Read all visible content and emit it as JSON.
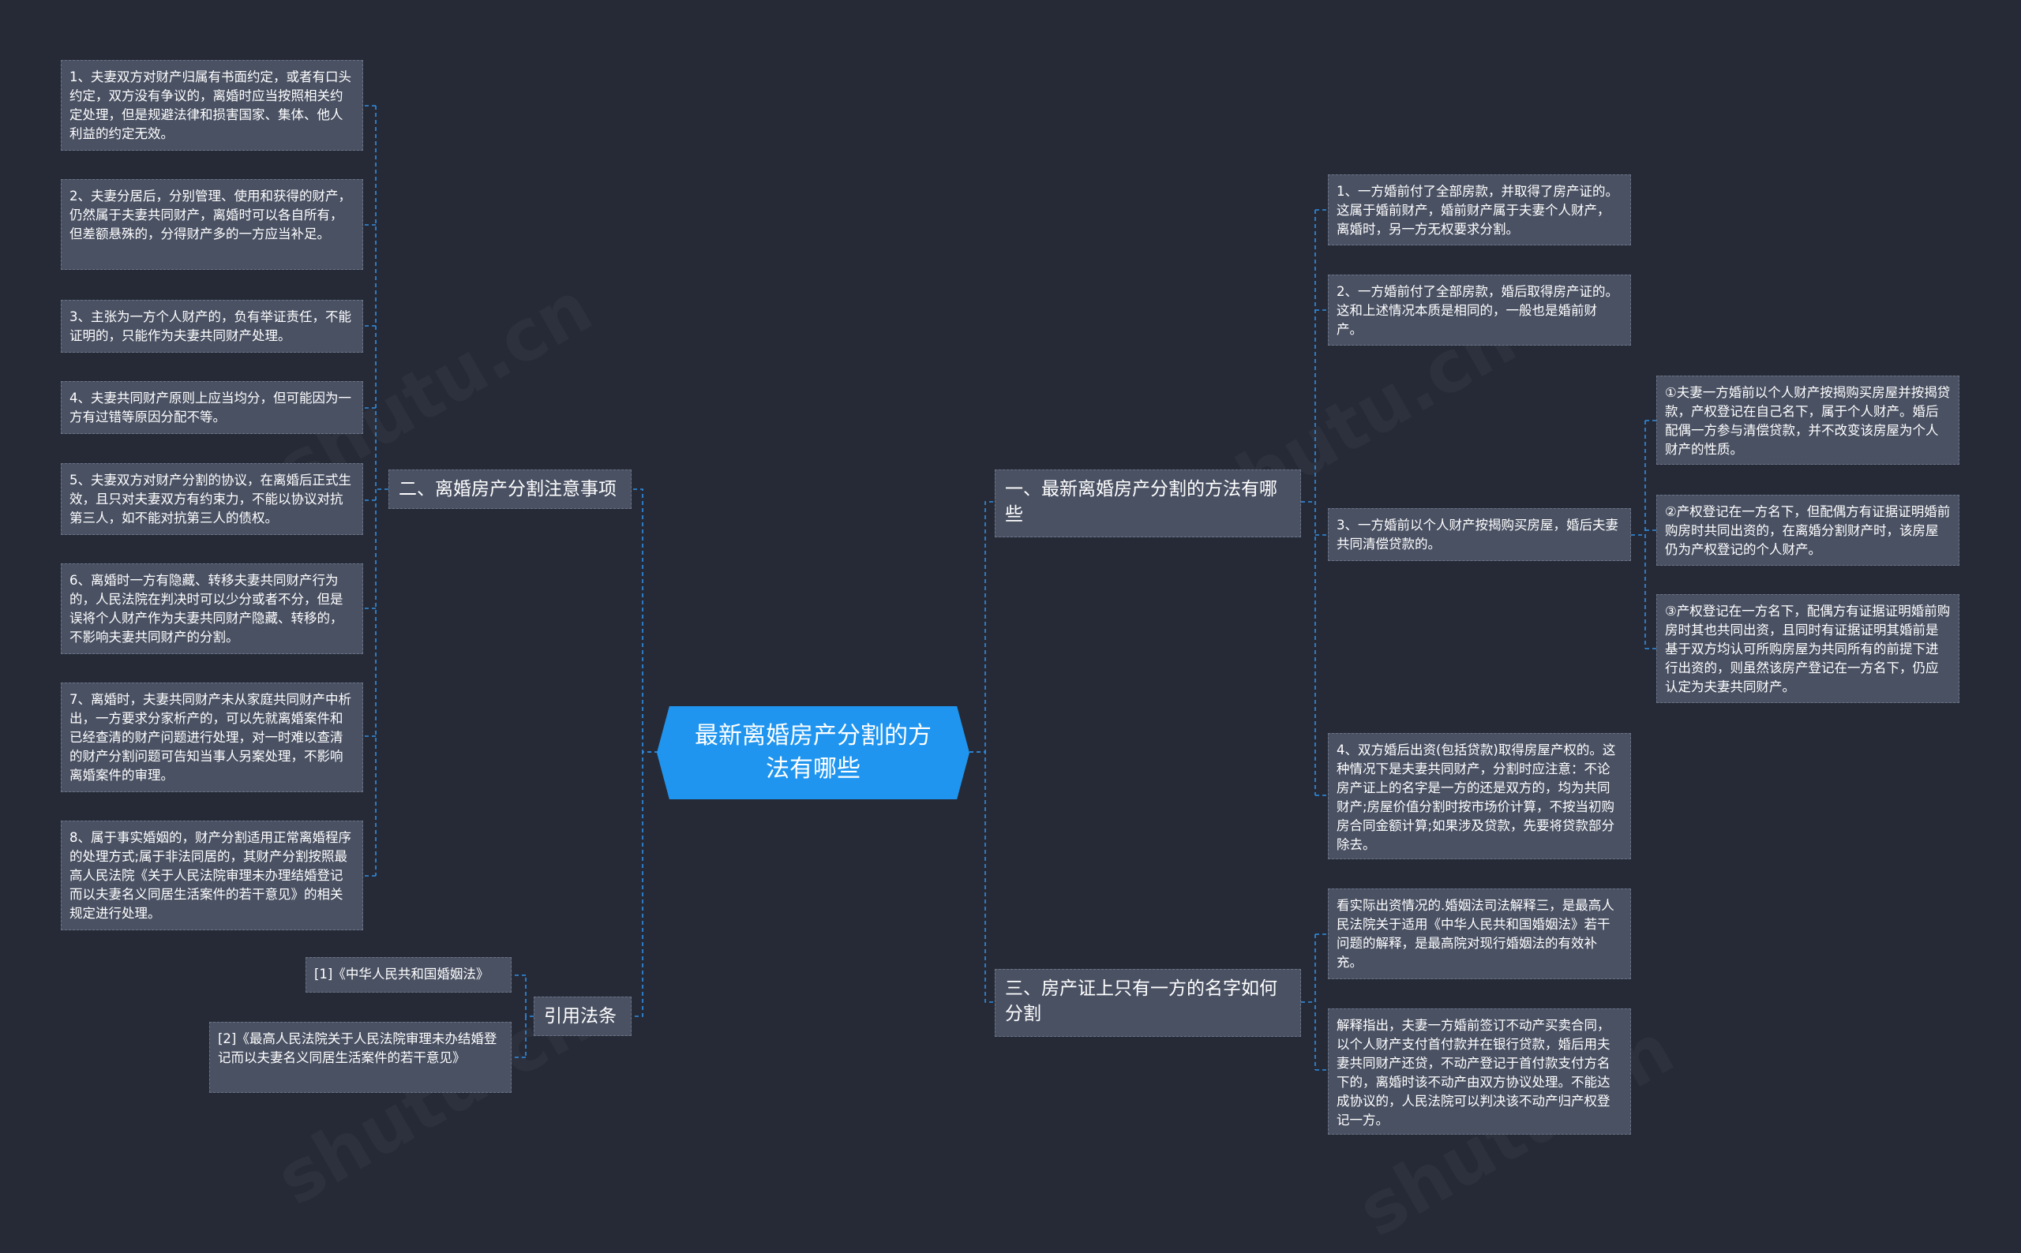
{
  "colors": {
    "background": "#262a36",
    "node": "#4a5163",
    "node_border": "#6b7487",
    "root": "#1f95ef",
    "link": "#2f8fe6"
  },
  "root": {
    "text": "最新离婚房产分割的方法有哪些"
  },
  "left": {
    "notes": {
      "label": "二、离婚房产分割注意事项",
      "items": [
        "1、夫妻双方对财产归属有书面约定，或者有口头约定，双方没有争议的，离婚时应当按照相关约定处理，但是规避法律和损害国家、集体、他人利益的约定无效。",
        "2、夫妻分居后，分别管理、使用和获得的财产，仍然属于夫妻共同财产，离婚时可以各自所有，但差额悬殊的，分得财产多的一方应当补足。",
        "3、主张为一方个人财产的，负有举证责任，不能证明的，只能作为夫妻共同财产处理。",
        "4、夫妻共同财产原则上应当均分，但可能因为一方有过错等原因分配不等。",
        "5、夫妻双方对财产分割的协议，在离婚后正式生效，且只对夫妻双方有约束力，不能以协议对抗第三人，如不能对抗第三人的债权。",
        "6、离婚时一方有隐藏、转移夫妻共同财产行为的，人民法院在判决时可以少分或者不分，但是误将个人财产作为夫妻共同财产隐藏、转移的，不影响夫妻共同财产的分割。",
        "7、离婚时，夫妻共同财产未从家庭共同财产中析出，一方要求分家析产的，可以先就离婚案件和已经查清的财产问题进行处理，对一时难以查清的财产分割问题可告知当事人另案处理，不影响离婚案件的审理。",
        "8、属于事实婚姻的，财产分割适用正常离婚程序的处理方式;属于非法同居的，其财产分割按照最高人民法院《关于人民法院审理未办理结婚登记而以夫妻名义同居生活案件的若干意见》的相关规定进行处理。"
      ]
    },
    "laws": {
      "label": "引用法条",
      "items": [
        "[1]《中华人民共和国婚姻法》",
        "[2]《最高人民法院关于人民法院审理未办结婚登记而以夫妻名义同居生活案件的若干意见》"
      ]
    }
  },
  "right": {
    "methods": {
      "label": "一、最新离婚房产分割的方法有哪些",
      "items": [
        "1、一方婚前付了全部房款，并取得了房产证的。这属于婚前财产，婚前财产属于夫妻个人财产，离婚时，另一方无权要求分割。",
        "2、一方婚前付了全部房款，婚后取得房产证的。这和上述情况本质是相同的，一般也是婚前财产。",
        "3、一方婚前以个人财产按揭购买房屋，婚后夫妻共同清偿贷款的。",
        "4、双方婚后出资(包括贷款)取得房屋产权的。这种情况下是夫妻共同财产，分割时应注意：不论房产证上的名字是一方的还是双方的，均为共同财产;房屋价值分割时按市场价计算，不按当初购房合同金额计算;如果涉及贷款，先要将贷款部分除去。"
      ],
      "sub_items": [
        "①夫妻一方婚前以个人财产按揭购买房屋并按揭贷款，产权登记在自己名下，属于个人财产。婚后配偶一方参与清偿贷款，并不改变该房屋为个人财产的性质。",
        "②产权登记在一方名下，但配偶方有证据证明婚前购房时共同出资的，在离婚分割财产时，该房屋仍为产权登记的个人财产。",
        "③产权登记在一方名下，配偶方有证据证明婚前购房时其也共同出资，且同时有证据证明其婚前是基于双方均认可所购房屋为共同所有的前提下进行出资的，则虽然该房产登记在一方名下，仍应认定为夫妻共同财产。"
      ]
    },
    "cert": {
      "label": "三、房产证上只有一方的名字如何分割",
      "items": [
        "看实际出资情况的.婚姻法司法解释三，是最高人民法院关于适用《中华人民共和国婚姻法》若干问题的解释，是最高院对现行婚姻法的有效补充。",
        "解释指出，夫妻一方婚前签订不动产买卖合同，以个人财产支付首付款并在银行贷款，婚后用夫妻共同财产还贷，不动产登记于首付款支付方名下的，离婚时该不动产由双方协议处理。不能达成协议的，人民法院可以判决该不动产归产权登记一方。"
      ]
    }
  }
}
